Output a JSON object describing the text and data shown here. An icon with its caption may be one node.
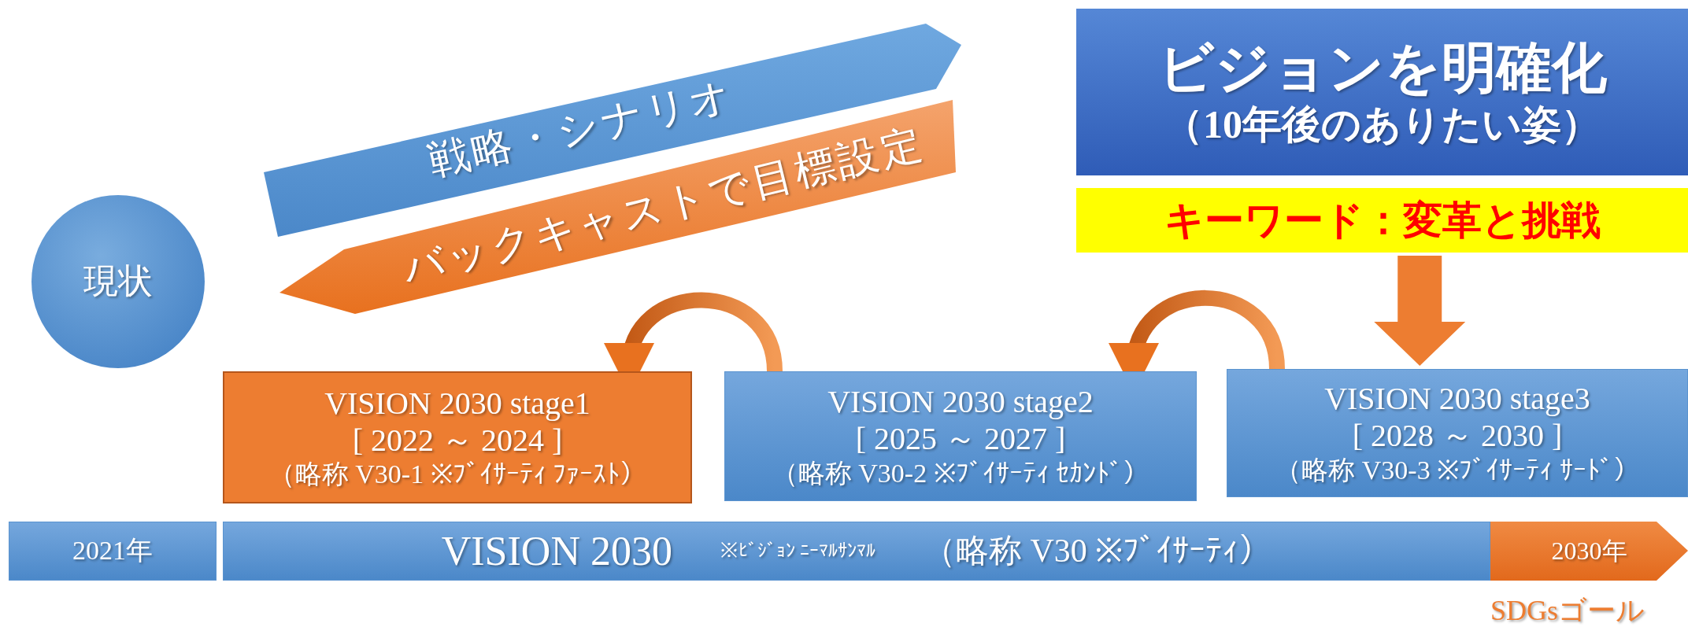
{
  "diagram": {
    "nodes": [
      {
        "text": [
          "戦略・シナリオ"
        ]
      },
      {
        "text": [
          "ビジョンを明確化",
          "（10年後のありたい姿）"
        ]
      },
      {
        "text": [
          "バックキャストで目標設定"
        ]
      },
      {
        "text": [
          "現状"
        ]
      },
      {
        "text": [
          "キーワード：変革と挑戦"
        ]
      },
      {
        "text": [
          "VISION 2030 stage1",
          "[ 2022 ～ 2024 ]",
          "（略称 V30-1 ※ﾌﾞｲｻｰﾃｨ ﾌｧｰｽﾄ）"
        ]
      },
      {
        "text": [
          "VISION 2030 stage2",
          "[ 2025 ～ 2027 ]",
          "（略称 V30-2 ※ﾌﾞｲｻｰﾃｨ ｾｶﾝﾄﾞ）"
        ]
      },
      {
        "text": [
          "VISION 2030 stage3",
          "[ 2028 ～ 2030 ]",
          "（略称 V30-3 ※ﾌﾞｲｻｰﾃｨ ｻｰﾄﾞ）"
        ]
      },
      {
        "text": [
          "2021年"
        ]
      },
      {
        "text": [
          "VISION 2030",
          "※ﾋﾞｼﾞｮﾝ ﾆｰﾏﾙｻﾝﾏﾙ",
          "（略称 V30 ※ﾌﾞｲｻｰﾃｨ）"
        ]
      },
      {
        "text": [
          "2030年"
        ],
        "beside": [
          "SDGsゴール"
        ]
      }
    ],
    "edges": [
      {
        "from": 6,
        "to": 5,
        "arrow": "to",
        "style": "thick"
      },
      {
        "from": 7,
        "to": 6,
        "arrow": "to",
        "style": "thick"
      },
      {
        "from": 4,
        "to": 7,
        "arrow": "to",
        "style": "thick"
      }
    ]
  }
}
